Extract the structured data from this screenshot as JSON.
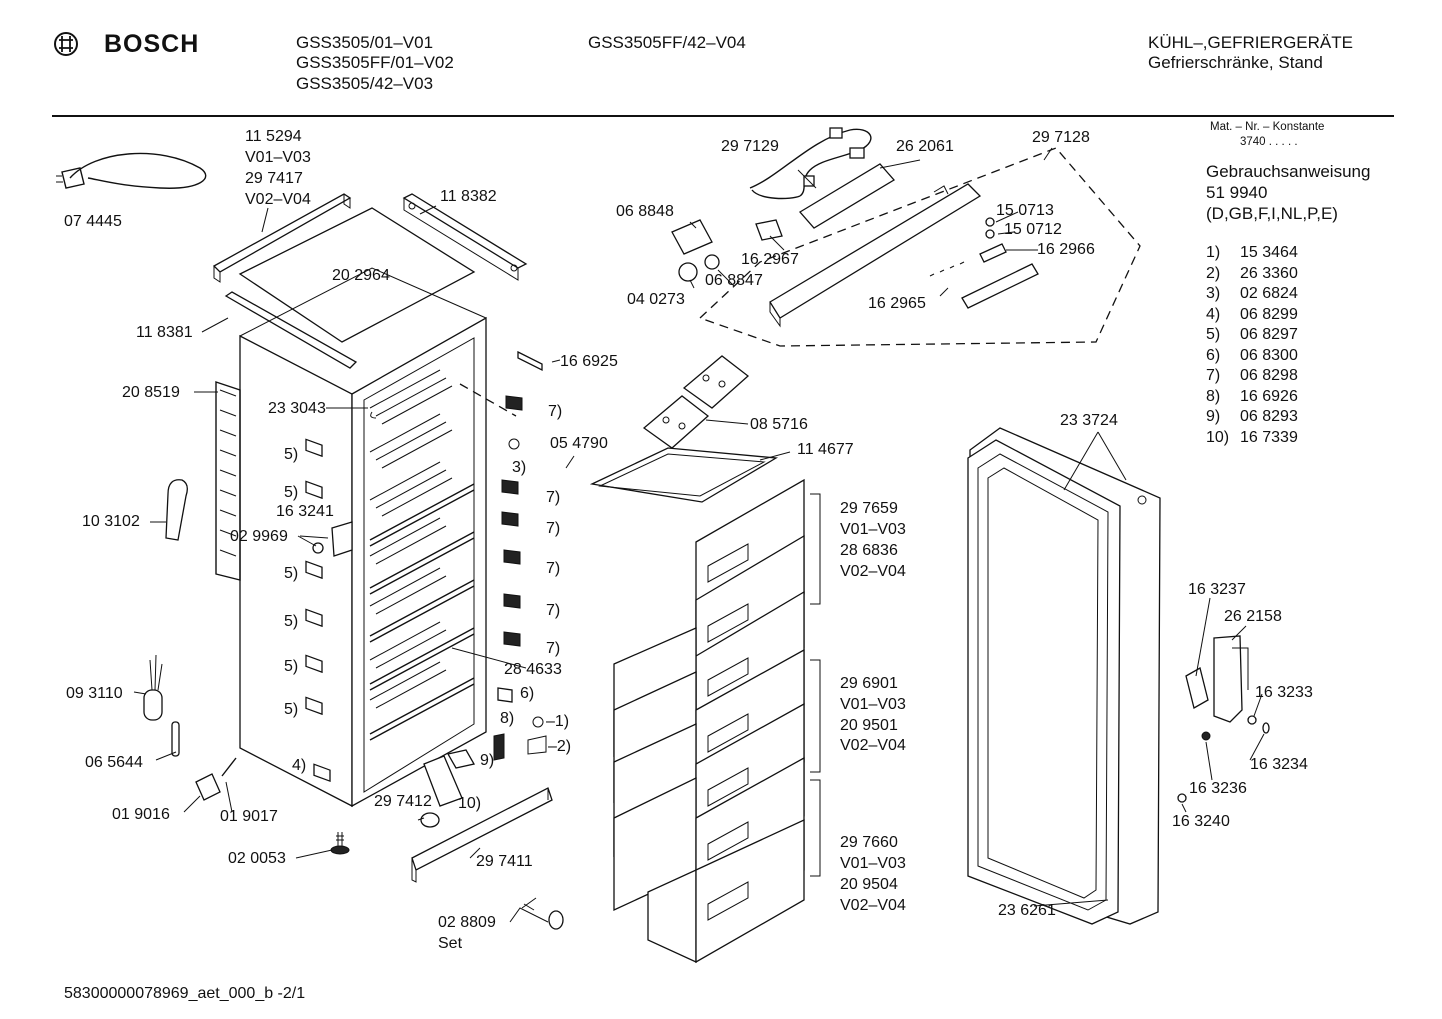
{
  "brand": "BOSCH",
  "header": {
    "models_left": [
      "GSS3505/01–V01",
      "GSS3505FF/01–V02",
      "GSS3505/42–V03"
    ],
    "model_mid": "GSS3505FF/42–V04",
    "category_line1": "KÜHL–,GEFRIERGERÄTE",
    "category_line2": "Gefrierschränke, Stand"
  },
  "side_info": {
    "mat_nr": "Mat. – Nr. – Konstante",
    "mat_value": "3740 . . . . .",
    "manual_title": "Gebrauchsanweisung",
    "manual_number": "51 9940",
    "manual_langs": "(D,GB,F,I,NL,P,E)",
    "footnotes": [
      {
        "num": "1)",
        "part": "15 3464"
      },
      {
        "num": "2)",
        "part": "26 3360"
      },
      {
        "num": "3)",
        "part": "02 6824"
      },
      {
        "num": "4)",
        "part": "06 8299"
      },
      {
        "num": "5)",
        "part": "06 8297"
      },
      {
        "num": "6)",
        "part": "06 8300"
      },
      {
        "num": "7)",
        "part": "06 8298"
      },
      {
        "num": "8)",
        "part": "16 6926"
      },
      {
        "num": "9)",
        "part": "06 8293"
      },
      {
        "num": "10)",
        "part": "16 7339"
      }
    ]
  },
  "labels": {
    "p074445": "07 4445",
    "p115294a": "11 5294",
    "p115294b": "V01–V03",
    "p115294c": "29 7417",
    "p115294d": "V02–V04",
    "p118382": "11 8382",
    "p202964": "20 2964",
    "p118381": "11 8381",
    "p208519": "20 8519",
    "p233043": "23 3043",
    "p103102": "10 3102",
    "p163241": "16 3241",
    "p029969": "02 9969",
    "p093110": "09 3110",
    "p065644": "06 5644",
    "p019016": "01 9016",
    "p019017": "01 9017",
    "p020053": "02 0053",
    "p297412": "29 7412",
    "p297411": "29 7411",
    "p028809": "02 8809",
    "set": "Set",
    "p166925": "16 6925",
    "p054790": "05 4790",
    "p284633": "28 4633",
    "p297129": "29 7129",
    "p262061": "26 2061",
    "p297128": "29 7128",
    "p068848": "06 8848",
    "p162967": "16 2967",
    "p040273": "04 0273",
    "p068847": "06 8847",
    "p150713": "15 0713",
    "p150712": "15 0712",
    "p162966": "16 2966",
    "p162965": "16 2965",
    "p085716": "08 5716",
    "p114677": "11 4677",
    "p297659a": "29 7659",
    "p297659b": "V01–V03",
    "p297659c": "28 6836",
    "p297659d": "V02–V04",
    "p296901a": "29 6901",
    "p296901b": "V01–V03",
    "p296901c": "20 9501",
    "p296901d": "V02–V04",
    "p297660a": "29 7660",
    "p297660b": "V01–V03",
    "p297660c": "20 9504",
    "p297660d": "V02–V04",
    "p233724": "23 3724",
    "p236261": "23 6261",
    "p163237": "16 3237",
    "p262158": "26 2158",
    "p163233": "16 3233",
    "p163234": "16 3234",
    "p163236": "16 3236",
    "p163240": "16 3240",
    "ref5a": "5)",
    "ref5b": "5)",
    "ref5c": "5)",
    "ref5d": "5)",
    "ref5e": "5)",
    "ref5f": "5)",
    "ref4": "4)",
    "ref7a": "7)",
    "ref7b": "7)",
    "ref7c": "7)",
    "ref7d": "7)",
    "ref7e": "7)",
    "ref7f": "7)",
    "ref3": "3)",
    "ref6": "6)",
    "ref8": "8)",
    "ref9": "9)",
    "ref10": "10)",
    "ref1": "–1)",
    "ref2": "–2)"
  },
  "footer": "58300000078969_aet_000_b -2/1"
}
